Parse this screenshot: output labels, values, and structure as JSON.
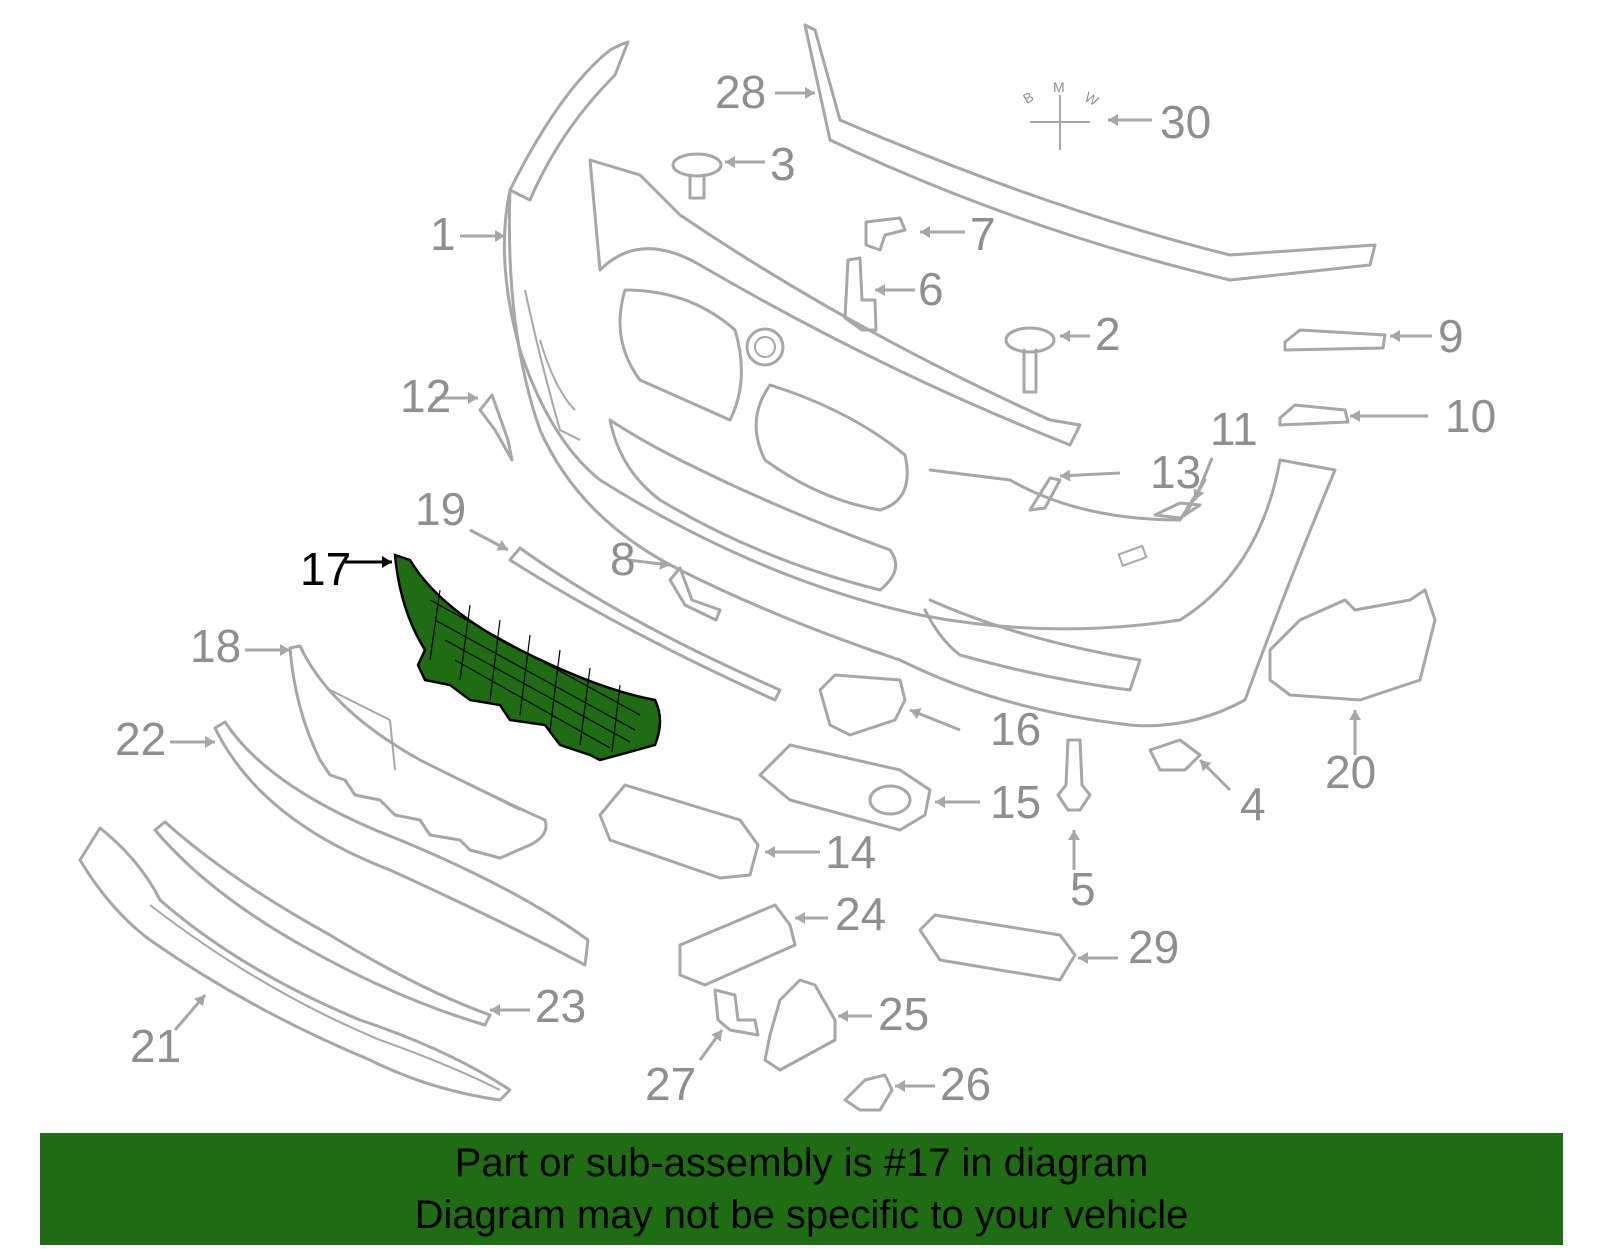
{
  "diagram": {
    "callouts": [
      {
        "id": "1",
        "label": "1"
      },
      {
        "id": "2",
        "label": "2"
      },
      {
        "id": "3",
        "label": "3"
      },
      {
        "id": "4",
        "label": "4"
      },
      {
        "id": "5",
        "label": "5"
      },
      {
        "id": "6",
        "label": "6"
      },
      {
        "id": "7",
        "label": "7"
      },
      {
        "id": "8",
        "label": "8"
      },
      {
        "id": "9",
        "label": "9"
      },
      {
        "id": "10",
        "label": "10"
      },
      {
        "id": "11",
        "label": "11"
      },
      {
        "id": "12",
        "label": "12"
      },
      {
        "id": "13",
        "label": "13"
      },
      {
        "id": "14",
        "label": "14"
      },
      {
        "id": "15",
        "label": "15"
      },
      {
        "id": "16",
        "label": "16"
      },
      {
        "id": "17",
        "label": "17"
      },
      {
        "id": "18",
        "label": "18"
      },
      {
        "id": "19",
        "label": "19"
      },
      {
        "id": "20",
        "label": "20"
      },
      {
        "id": "21",
        "label": "21"
      },
      {
        "id": "22",
        "label": "22"
      },
      {
        "id": "23",
        "label": "23"
      },
      {
        "id": "24",
        "label": "24"
      },
      {
        "id": "25",
        "label": "25"
      },
      {
        "id": "26",
        "label": "26"
      },
      {
        "id": "27",
        "label": "27"
      },
      {
        "id": "28",
        "label": "28"
      },
      {
        "id": "29",
        "label": "29"
      },
      {
        "id": "30",
        "label": "30"
      }
    ],
    "highlighted_part": "17",
    "emblem_letters": [
      "B",
      "M",
      "W"
    ]
  },
  "banner": {
    "line1": "Part or sub-assembly is #17 in diagram",
    "line2": "Diagram may not be specific to your vehicle"
  },
  "colors": {
    "highlight_fill": "#1e6d12",
    "part_stroke": "#a7a7a7",
    "callout_text": "#8f8f8f",
    "banner_bg": "#1e6d12"
  }
}
